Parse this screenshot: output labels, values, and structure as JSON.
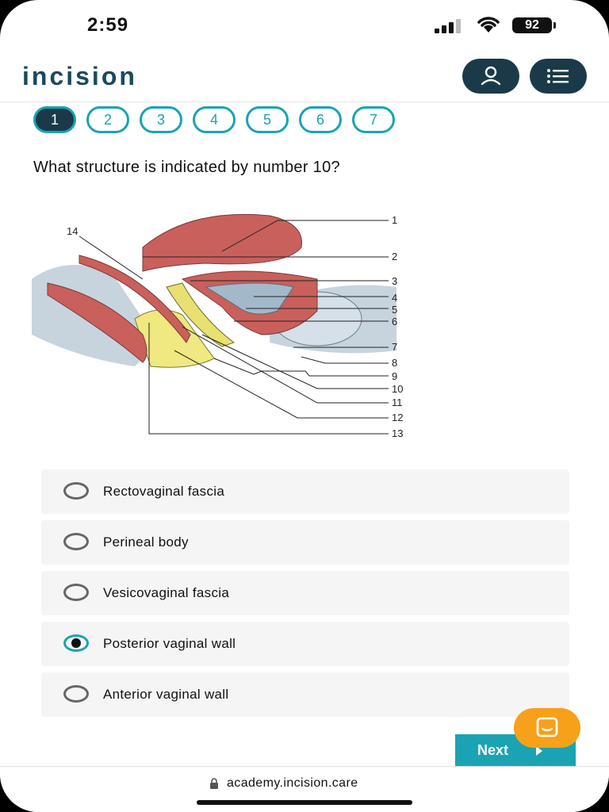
{
  "status_bar": {
    "time": "2:59",
    "battery": "92"
  },
  "header": {
    "logo": "incision"
  },
  "steps": [
    "1",
    "2",
    "3",
    "4",
    "5",
    "6",
    "7"
  ],
  "question": "What structure is indicated by number 10?",
  "figure_labels": [
    "1",
    "2",
    "3",
    "4",
    "5",
    "6",
    "7",
    "8",
    "9",
    "10",
    "11",
    "12",
    "13",
    "14"
  ],
  "options": [
    {
      "label": "Rectovaginal fascia",
      "selected": false
    },
    {
      "label": "Perineal body",
      "selected": false
    },
    {
      "label": "Vesicovaginal fascia",
      "selected": false
    },
    {
      "label": "Posterior vaginal wall",
      "selected": true
    },
    {
      "label": "Anterior vaginal wall",
      "selected": false
    }
  ],
  "next_label": "Next",
  "url": "academy.incision.care",
  "colors": {
    "accent": "#1ba3b3",
    "dark": "#1a3a4a",
    "chat": "#f7a11a"
  }
}
